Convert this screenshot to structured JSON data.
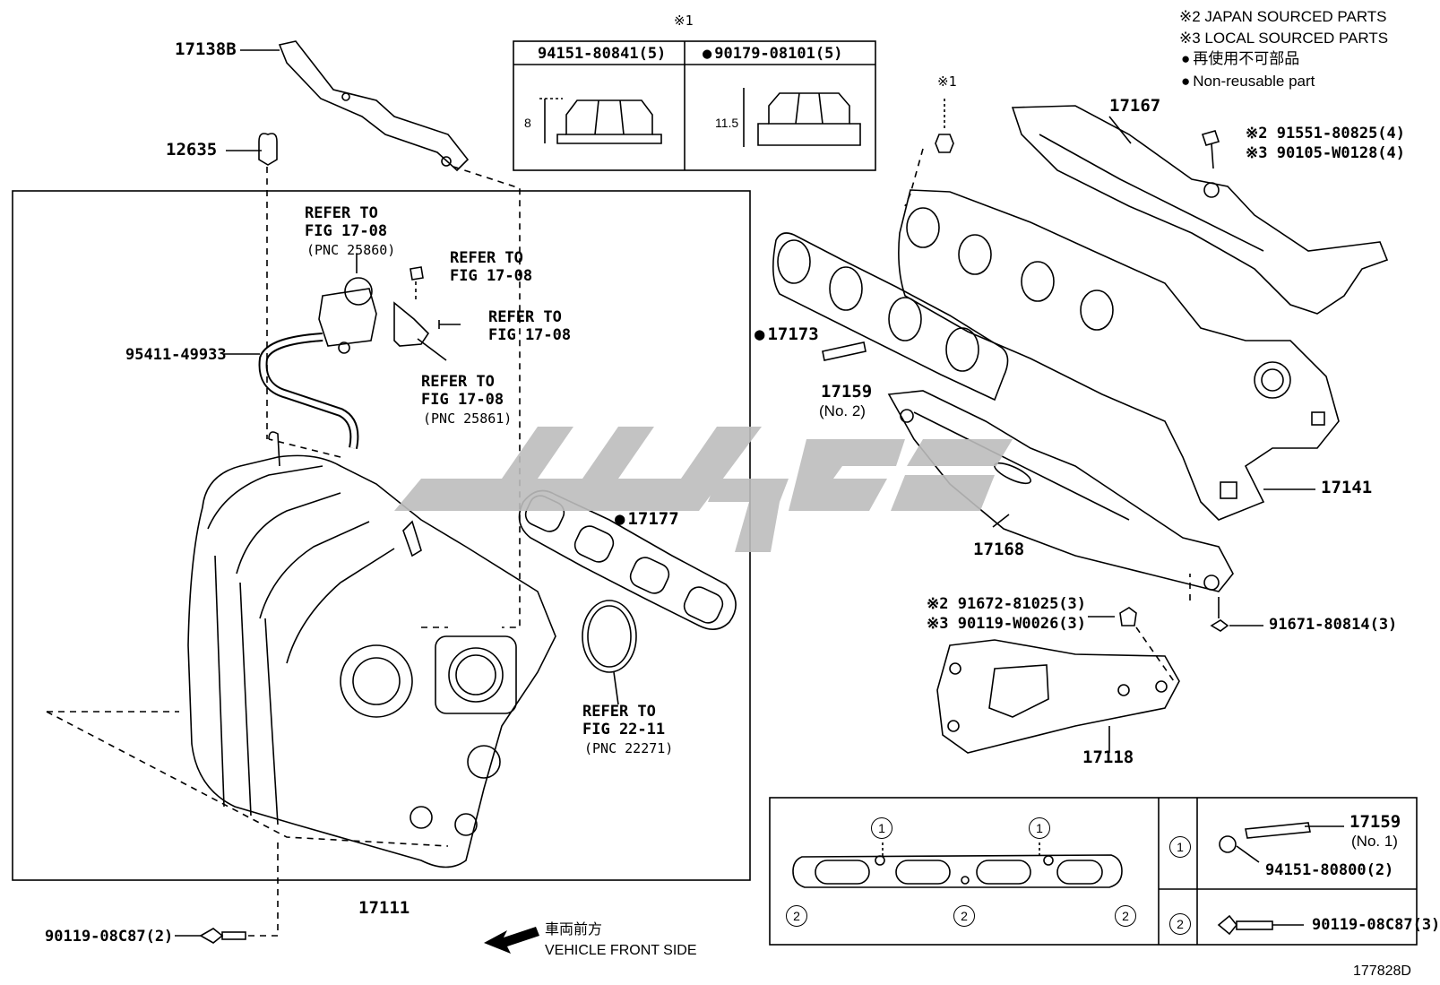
{
  "legend": {
    "japan": "※2 JAPAN SOURCED PARTS",
    "local": "※3 LOCAL SOURCED PARTS",
    "nonreuse_jp": "再使用不可部品",
    "nonreuse_en": "Non-reusable part"
  },
  "nut_table": {
    "mark": "※1",
    "col1": "94151-80841(5)",
    "col2": "90179-08101(5)",
    "dim1": "8",
    "dim2": "11.5"
  },
  "parts": {
    "p17138b": "17138B",
    "p12635": "12635",
    "p95411": "95411-49933",
    "p17177": "17177",
    "p17111": "17111",
    "p90119_08c87_2": "90119-08C87(2)",
    "p17173": "17173",
    "p17159": "17159",
    "p17159_no2": "(No. 2)",
    "p17167": "17167",
    "p91551": "※2 91551-80825(4)",
    "p90105": "※3 90105-W0128(4)",
    "p17141": "17141",
    "p17168": "17168",
    "p91672": "※2 91672-81025(3)",
    "p90119_w0026": "※3 90119-W0026(3)",
    "p91671": "91671-80814(3)",
    "p17118": "17118",
    "mark1": "※1"
  },
  "refers": {
    "r1_a": "REFER TO",
    "r1_b": "FIG 17-08",
    "r1_c": "(PNC 25860)",
    "r2_a": "REFER TO",
    "r2_b": "FIG 17-08",
    "r3_a": "REFER TO",
    "r3_b": "FIG 17-08",
    "r4_a": "REFER TO",
    "r4_b": "FIG 17-08",
    "r4_c": "(PNC 25861)",
    "r5_a": "REFER TO",
    "r5_b": "FIG 22-11",
    "r5_c": "(PNC 22271)"
  },
  "detail_box": {
    "c1": "1",
    "c2": "2",
    "p17159": "17159",
    "no1": "(No. 1)",
    "p94151": "94151-80800(2)",
    "p90119": "90119-08C87(3)"
  },
  "front": {
    "jp": "車両前方",
    "en": "VEHICLE FRONT SIDE"
  },
  "figure_id": "177828D"
}
